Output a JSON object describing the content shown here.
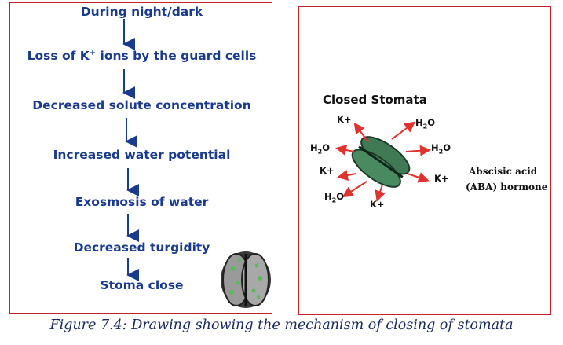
{
  "flow": {
    "steps": [
      "During night/dark",
      "Loss of K",
      "Decreased solute concentration",
      "Increased water potential",
      "Exosmosis of water",
      "Decreased turgidity",
      "Stoma close"
    ],
    "step1_sup": "+",
    "step1_tail": " ions by the guard cells"
  },
  "diagram": {
    "title": "Closed Stomata",
    "labels": {
      "k_top": "K+",
      "k_left": "K+",
      "k_right": "K+",
      "k_bottom": "K+",
      "water_main": "H",
      "water_sub": "2",
      "water_tail": "O"
    },
    "aba_line1": "Abscisic acid",
    "aba_line2": "(ABA) hormone",
    "colors": {
      "arrow": "#e0332f",
      "cell": "#3f7a55",
      "cell_dark": "#1e3a28"
    }
  },
  "caption": "Figure 7.4: Drawing showing the mechanism of closing of stomata"
}
